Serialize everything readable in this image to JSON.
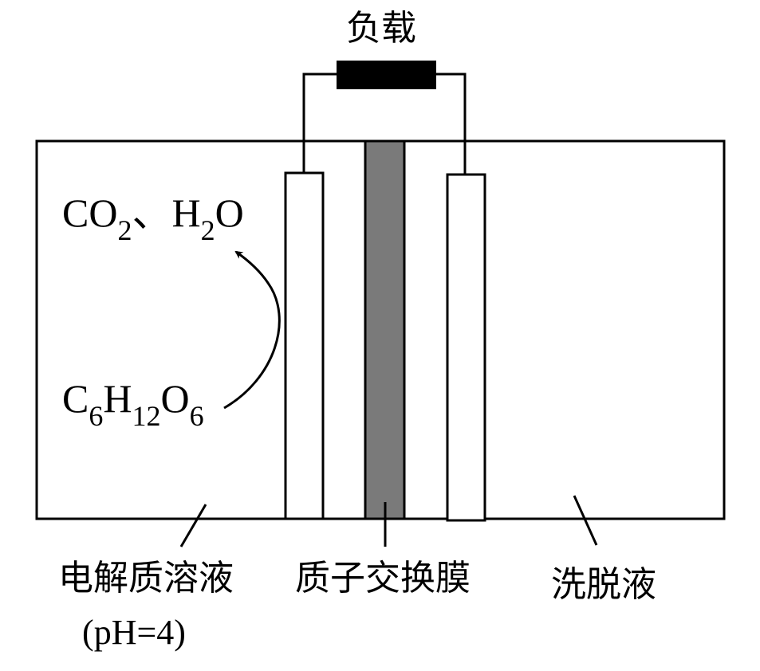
{
  "load": {
    "label": "负载"
  },
  "left_chamber": {
    "products": {
      "co": "CO",
      "co_sub": "2",
      "sep": "、",
      "h": "H",
      "h_sub": "2",
      "o": "O"
    },
    "reactant": {
      "c": "C",
      "c_sub": "6",
      "h": "H",
      "h_sub": "12",
      "o": "O",
      "o_sub": "6"
    },
    "label": "电解质溶液",
    "ph": "(pH=4)"
  },
  "membrane": {
    "label": "质子交换膜"
  },
  "right_chamber": {
    "label": "洗脱液"
  },
  "colors": {
    "stroke": "#000000",
    "membrane": "#7a7a7a",
    "load": "#000000",
    "electrode": "#ffffff"
  }
}
